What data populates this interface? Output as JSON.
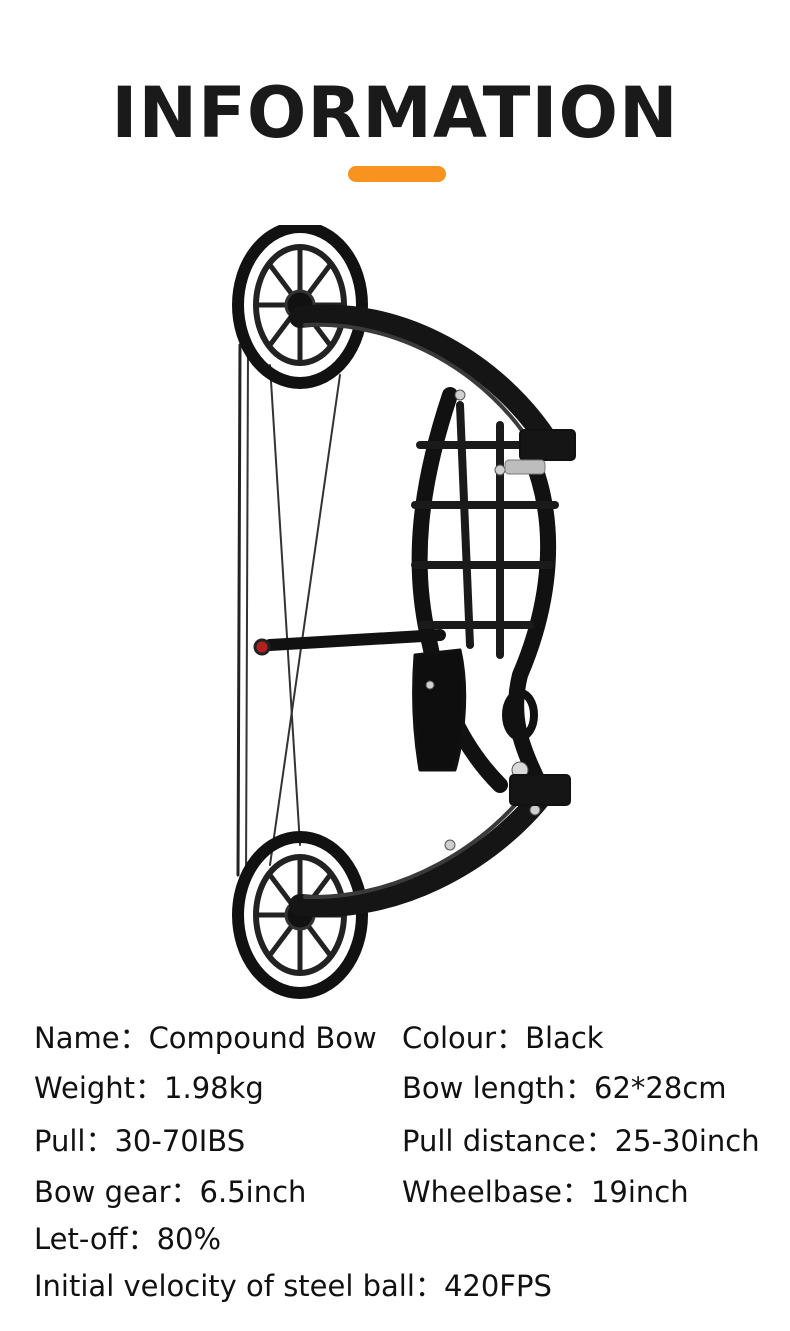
{
  "title": "INFORMATION",
  "accent_color": "#F7931E",
  "specs": {
    "name": {
      "label": "Name：",
      "value": "Compound Bow"
    },
    "colour": {
      "label": "Colour：",
      "value": "Black"
    },
    "weight": {
      "label": "Weight：",
      "value": "1.98kg"
    },
    "length": {
      "label": "Bow length：",
      "value": "62*28cm"
    },
    "pull": {
      "label": "Pull：",
      "value": "30-70IBS"
    },
    "distance": {
      "label": "Pull distance：",
      "value": "25-30inch"
    },
    "gear": {
      "label": "Bow gear：",
      "value": "6.5inch"
    },
    "wheelbase": {
      "label": "Wheelbase：",
      "value": "19inch"
    },
    "letoff": {
      "label": "Let-off：",
      "value": "80%"
    },
    "velocity": {
      "label": "Initial velocity of steel ball：",
      "value": "420FPS"
    }
  }
}
